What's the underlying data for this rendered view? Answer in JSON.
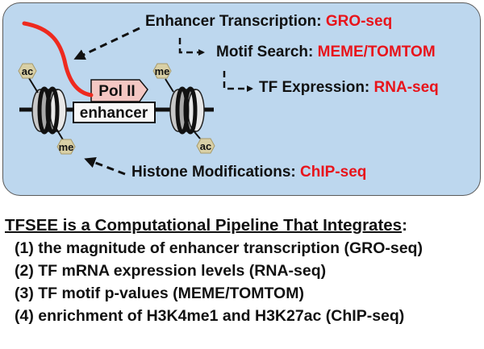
{
  "diagram": {
    "colors": {
      "panel_bg": "#bdd7ee",
      "technique_red": "#e8141b",
      "rna_strand": "#ee2a1f",
      "polii_fill": "#f4c7c3",
      "histone_mark_fill": "#d9d0a6"
    },
    "polii_label": "Pol II",
    "enhancer_label": "enhancer",
    "histone_marks": [
      {
        "id": "left-top",
        "label": "ac"
      },
      {
        "id": "left-bottom",
        "label": "me"
      },
      {
        "id": "right-top",
        "label": "me"
      },
      {
        "id": "right-bottom",
        "label": "ac"
      }
    ],
    "steps": [
      {
        "name": "Enhancer Transcription:",
        "technique": "GRO-seq"
      },
      {
        "name": "Motif Search:",
        "technique": "MEME/TOMTOM"
      },
      {
        "name": "TF Expression:",
        "technique": "RNA-seq"
      },
      {
        "name": "Histone Modifications:",
        "technique": "ChIP-seq"
      }
    ]
  },
  "summary": {
    "heading": "TFSEE is a Computational Pipeline That Integrates",
    "heading_suffix": ":",
    "items": [
      "(1) the magnitude of enhancer transcription (GRO-seq)",
      "(2) TF mRNA expression levels (RNA-seq)",
      "(3) TF motif p-values (MEME/TOMTOM)",
      "(4) enrichment of H3K4me1 and H3K27ac (ChIP-seq)"
    ]
  }
}
